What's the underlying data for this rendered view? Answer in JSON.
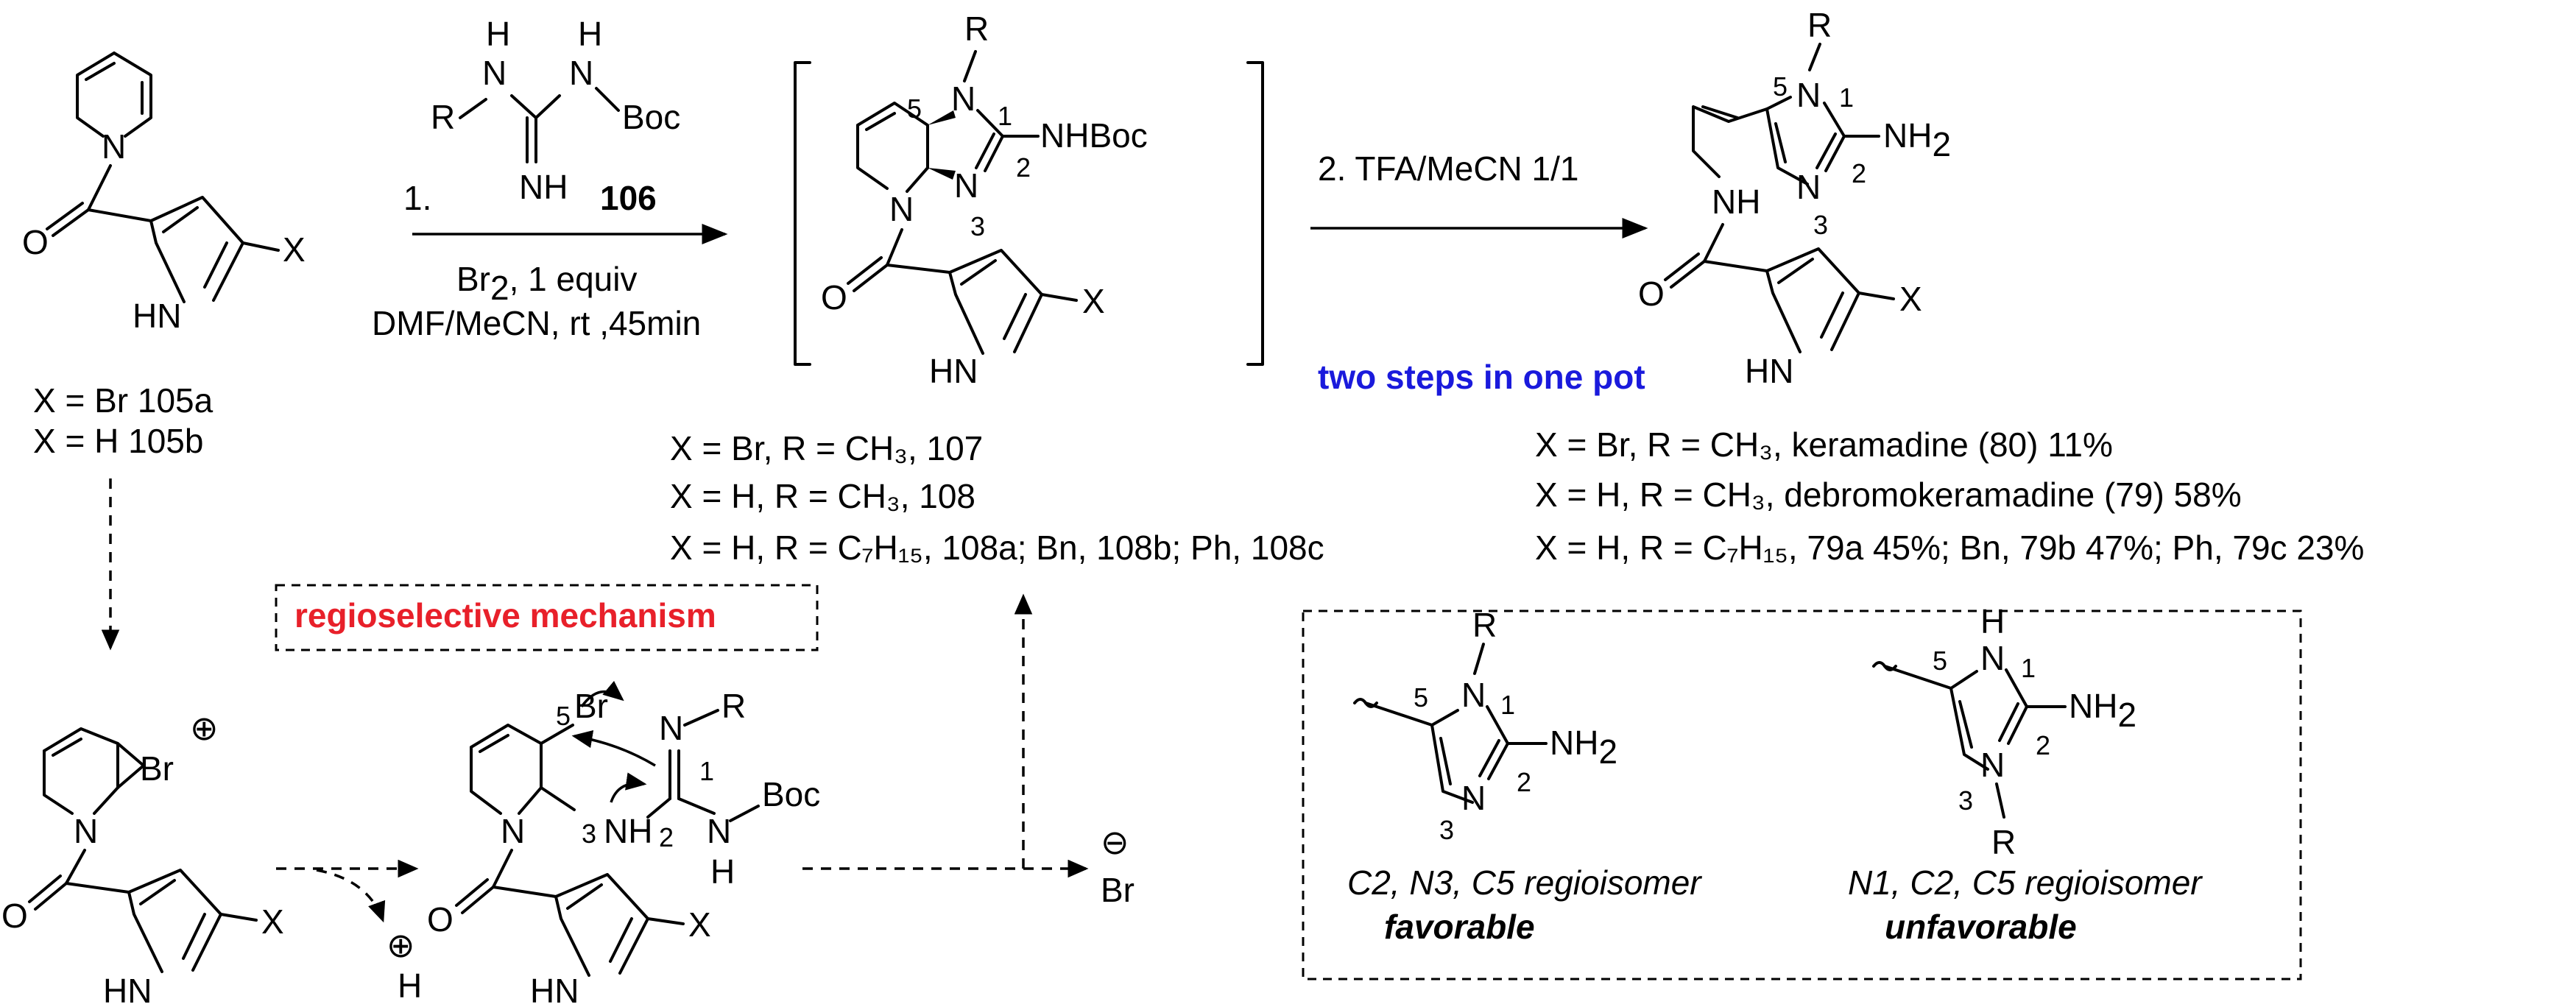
{
  "atoms": {
    "N": "N",
    "NH": "NH",
    "HN": "HN",
    "H": "H",
    "O": "O",
    "X": "X",
    "R": "R",
    "Br": "Br",
    "Boc": "Boc",
    "NHBoc": "NHBoc",
    "NH2_main": "NH",
    "NH2_sub": "2",
    "plus": "⊕",
    "minus": "⊖"
  },
  "locants": {
    "n1": "1",
    "n2": "2",
    "n3": "3",
    "n5": "5"
  },
  "reagent": {
    "step1_label": "1.",
    "compound_number": "106",
    "condition_line1_main": "Br",
    "condition_line1_sub": "2",
    "condition_line1_rest": ", 1 equiv",
    "condition_line2": "DMF/MeCN, rt ,45min",
    "step2_label": "2. TFA/MeCN 1/1",
    "one_pot_note": "two steps in one pot"
  },
  "start_material_labels": [
    {
      "prefix": "X = Br ",
      "bold": "105a"
    },
    {
      "prefix": "X = H  ",
      "bold": "105b"
    }
  ],
  "intermediate_labels": [
    {
      "text": "X = Br, R = CH₃,  ",
      "bold": "107"
    },
    {
      "text": "X = H,  R = CH₃,  ",
      "bold": "108"
    },
    {
      "segments": [
        "X = H,  R = C₇H₁₅, ",
        "108a;",
        " Bn, ",
        "108b",
        "; Ph, ",
        "108c"
      ]
    }
  ],
  "product_labels": [
    {
      "segments": [
        "X = Br, R = CH₃, keramadine (",
        "80",
        ") 11%"
      ]
    },
    {
      "segments": [
        "X = H,  R = CH₃, debromokeramadine (",
        "79",
        ") 58%"
      ]
    },
    {
      "segments": [
        "X = H,  R = C₇H₁₅, ",
        "79a",
        " 45%; Bn, ",
        "79b",
        " 47%; Ph, ",
        "79c",
        " 23%"
      ]
    }
  ],
  "mechanism_title": "regioselective mechanism",
  "regioisomers": [
    {
      "caption": "C2, N3, C5 regioisomer",
      "verdict": "favorable"
    },
    {
      "caption": "N1, C2, C5 regioisomer",
      "verdict": "unfavorable"
    }
  ],
  "colors": {
    "note_blue": "#1a1adc",
    "title_red": "#e8202a",
    "ink": "#000000"
  }
}
